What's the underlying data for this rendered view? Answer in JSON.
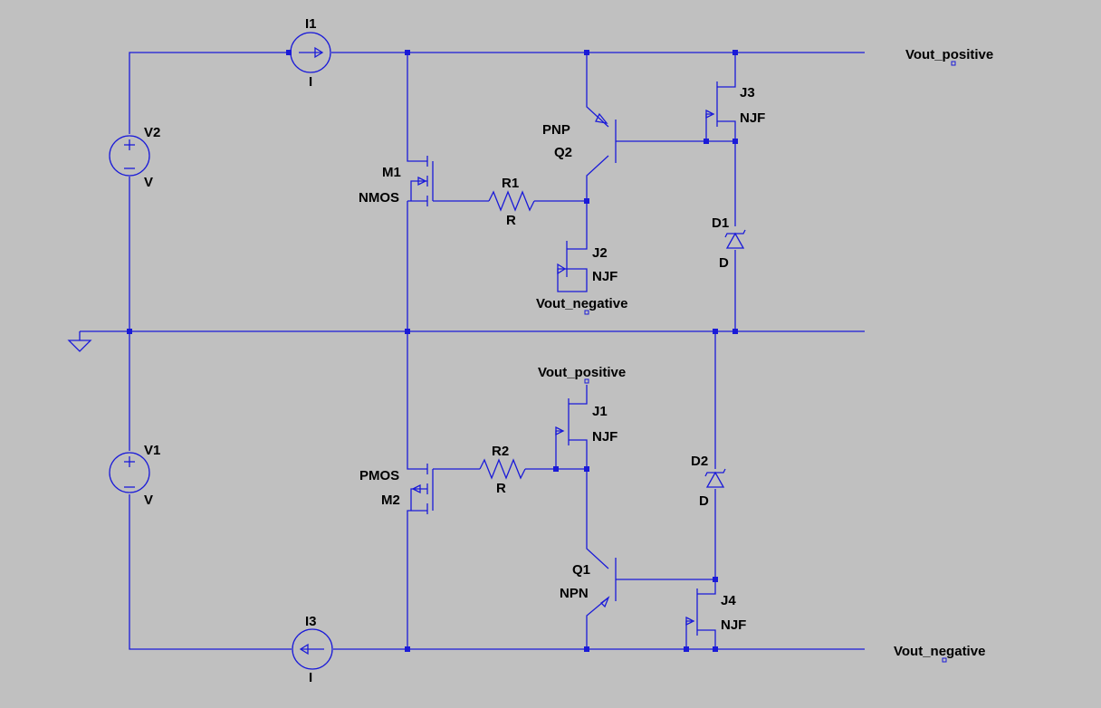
{
  "colors": {
    "background": "#c0c0c0",
    "wire": "#1a1ad8",
    "text": "#000000"
  },
  "net_labels": {
    "vout_positive_top": "Vout_positive",
    "vout_negative_bottom": "Vout_negative",
    "vout_negative_mid": "Vout_negative",
    "vout_positive_mid": "Vout_positive"
  },
  "components": {
    "I1": {
      "name": "I1",
      "value": "I"
    },
    "I3": {
      "name": "I3",
      "value": "I"
    },
    "V2": {
      "name": "V2",
      "value": "V"
    },
    "V1": {
      "name": "V1",
      "value": "V"
    },
    "M1": {
      "name": "M1",
      "model": "NMOS"
    },
    "M2": {
      "name": "M2",
      "model": "PMOS"
    },
    "R1": {
      "name": "R1",
      "value": "R"
    },
    "R2": {
      "name": "R2",
      "value": "R"
    },
    "Q2": {
      "name": "Q2",
      "model": "PNP"
    },
    "Q1": {
      "name": "Q1",
      "model": "NPN"
    },
    "J1": {
      "name": "J1",
      "model": "NJF"
    },
    "J2": {
      "name": "J2",
      "model": "NJF"
    },
    "J3": {
      "name": "J3",
      "model": "NJF"
    },
    "J4": {
      "name": "J4",
      "model": "NJF"
    },
    "D1": {
      "name": "D1",
      "value": "D"
    },
    "D2": {
      "name": "D2",
      "value": "D"
    }
  },
  "symbols": {
    "sources": "plus-minus-icon",
    "ground": "ground-icon",
    "current_arrow": "arrow-icon"
  }
}
